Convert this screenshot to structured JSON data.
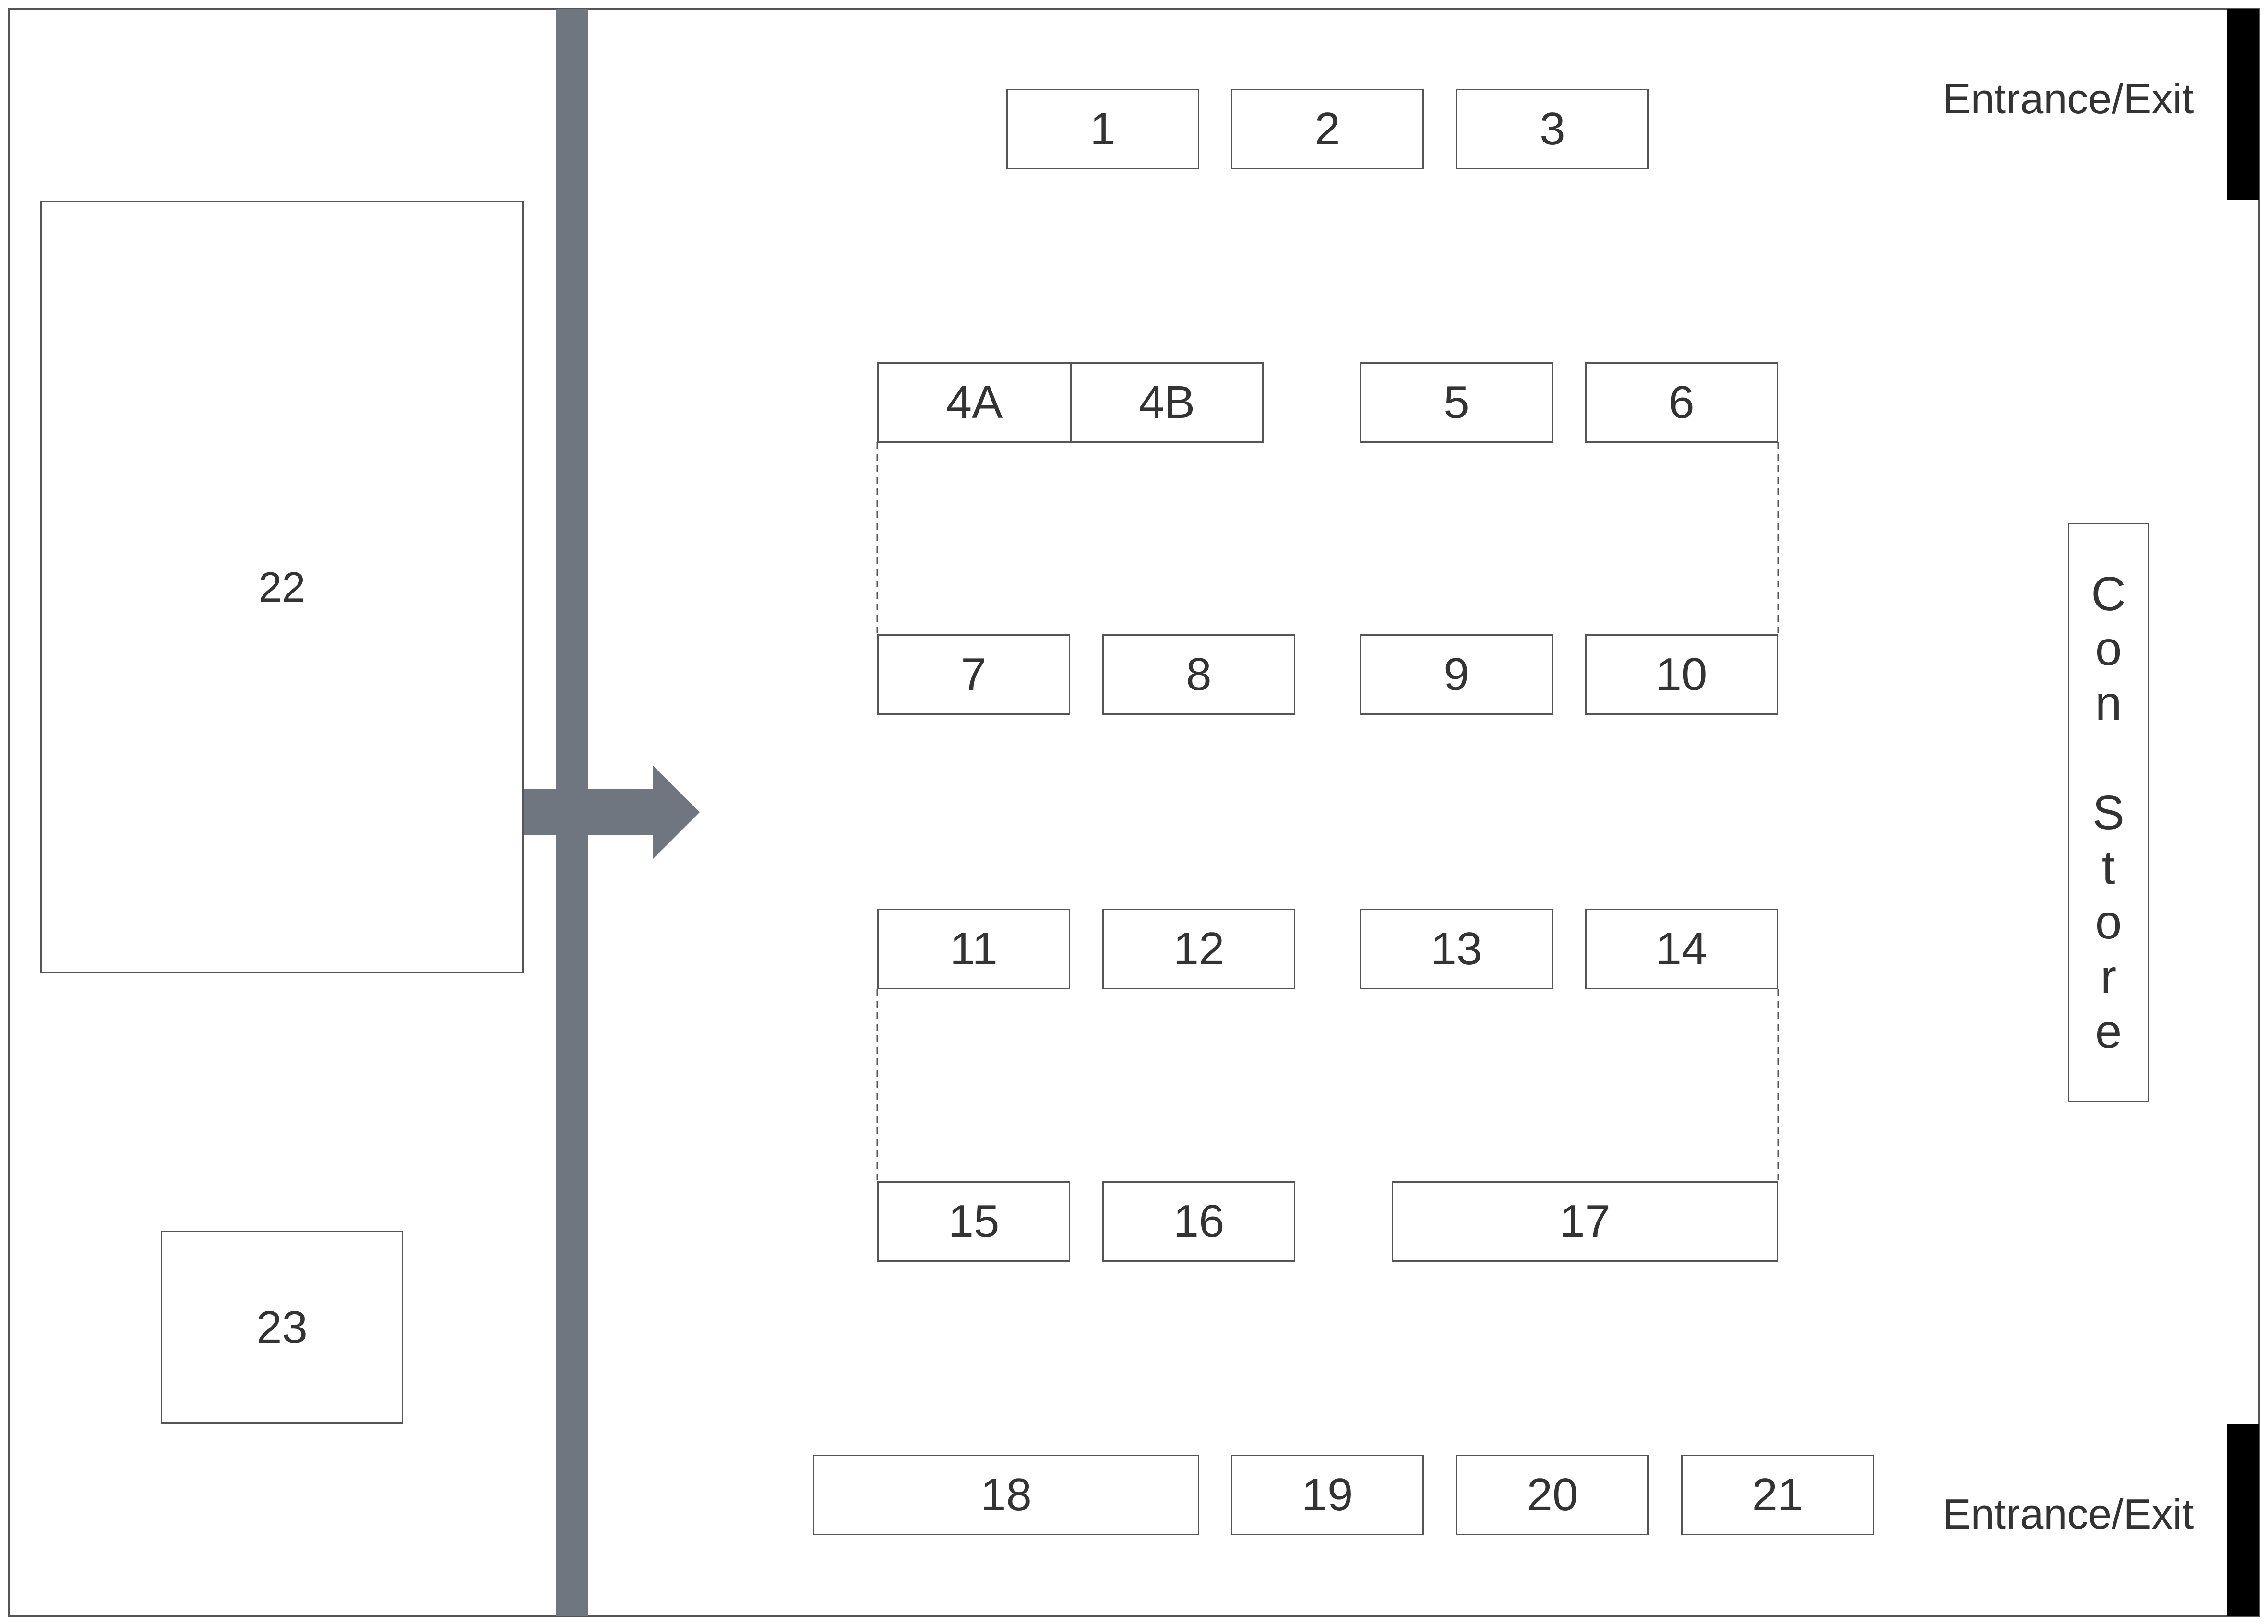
{
  "colors": {
    "wall": "#6f7680",
    "border": "#555555",
    "text": "#333333",
    "door": "#000000"
  },
  "booths": {
    "b1": "1",
    "b2": "2",
    "b3": "3",
    "b4a": "4A",
    "b4b": "4B",
    "b5": "5",
    "b6": "6",
    "b7": "7",
    "b8": "8",
    "b9": "9",
    "b10": "10",
    "b11": "11",
    "b12": "12",
    "b13": "13",
    "b14": "14",
    "b15": "15",
    "b16": "16",
    "b17": "17",
    "b18": "18",
    "b19": "19",
    "b20": "20",
    "b21": "21",
    "b22": "22",
    "b23": "23"
  },
  "con_store": {
    "letters": [
      "C",
      "o",
      "n",
      "",
      "S",
      "t",
      "o",
      "r",
      "e"
    ]
  },
  "exits": {
    "top": "Entrance/Exit",
    "bottom": "Entrance/Exit"
  },
  "icons": {
    "passage": "double-arrow-icon"
  }
}
